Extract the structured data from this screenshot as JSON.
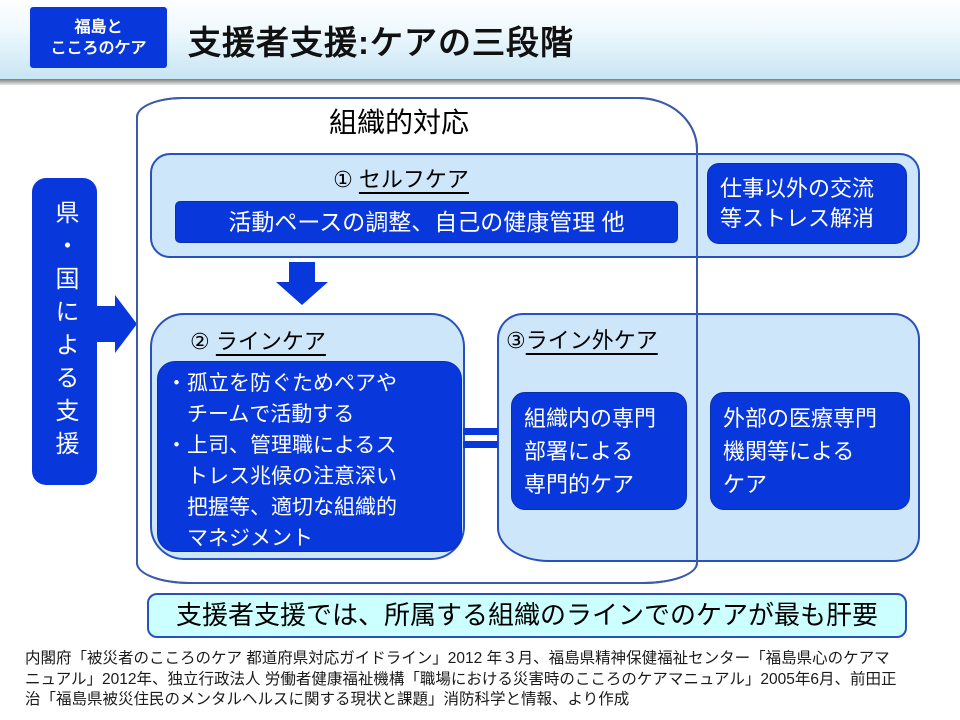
{
  "header": {
    "badge": {
      "line1": "福島と",
      "line2": "こころのケア"
    },
    "title": "支援者支援:ケアの三段階"
  },
  "colors": {
    "deep_blue": "#0837dc",
    "band_blue": "#cde6fa",
    "band_border": "#2850be",
    "frame_border": "#3c5aaa",
    "conclusion_bg": "#ccffff"
  },
  "diagram": {
    "container_label": "組織的対応",
    "left_support": "県・国による支援",
    "row1": {
      "number": "① ",
      "title": "セルフケア",
      "detail": "活動ペースの調整、自己の健康管理 他",
      "outside": "仕事以外の交流\n等ストレス解消"
    },
    "row2": {
      "number": "② ",
      "title": "ラインケア ",
      "body": "・孤立を防ぐためペアや\n　チームで活動する\n・上司、管理職によるス\n　トレス兆候の注意深い\n　把握等、適切な組織的\n　マネジメント"
    },
    "row3": {
      "number": "③",
      "title": "ライン外ケア",
      "internal": "組織内の専門\n部署による\n専門的ケア",
      "external": "外部の医療専門\n機関等による\nケア"
    },
    "conclusion": "支援者支援では、所属する組織のラインでのケアが最も肝要"
  },
  "footer": {
    "text": "内閣府「被災者のこころのケア 都道府県対応ガイドライン」2012 年３月、福島県精神保健福祉センター「福島県心のケアマ\nニュアル」2012年、独立行政法人 労働者健康福祉機構「職場における災害時のこころのケアマニュアル」2005年6月、前田正\n治「福島県被災住民のメンタルヘルスに関する現状と課題」消防科学と情報、より作成"
  }
}
